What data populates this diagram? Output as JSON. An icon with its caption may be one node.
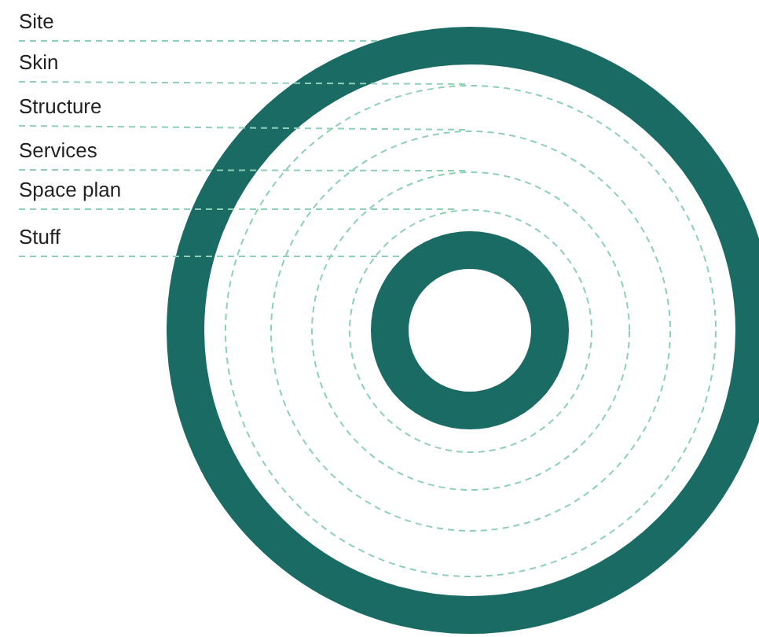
{
  "diagram": {
    "nodes": [
      {
        "text": [
          "Site"
        ]
      },
      {
        "text": [
          "Skin"
        ]
      },
      {
        "text": [
          "Structure"
        ]
      },
      {
        "text": [
          "Services"
        ]
      },
      {
        "text": [
          "Space plan"
        ]
      },
      {
        "text": [
          "Stuff"
        ]
      },
      {
        "text": [],
        "shape": "circle"
      },
      {
        "text": [],
        "shape": "circle",
        "in": 6
      },
      {
        "text": [],
        "shape": "circle",
        "in": 7
      },
      {
        "text": [],
        "shape": "circle",
        "in": 8
      },
      {
        "text": [],
        "shape": "circle",
        "in": 9
      },
      {
        "text": [],
        "shape": "circle",
        "in": 10
      }
    ],
    "edges": [
      {
        "from": 0,
        "to": 6,
        "arrow": "none",
        "style": "dashed"
      },
      {
        "from": 1,
        "to": 7,
        "arrow": "none",
        "style": "dashed"
      },
      {
        "from": 2,
        "to": 8,
        "arrow": "none",
        "style": "dashed"
      },
      {
        "from": 3,
        "to": 9,
        "arrow": "none",
        "style": "dashed"
      },
      {
        "from": 4,
        "to": 10,
        "arrow": "none",
        "style": "dashed"
      },
      {
        "from": 5,
        "to": 11,
        "arrow": "none",
        "style": "dashed"
      }
    ]
  }
}
